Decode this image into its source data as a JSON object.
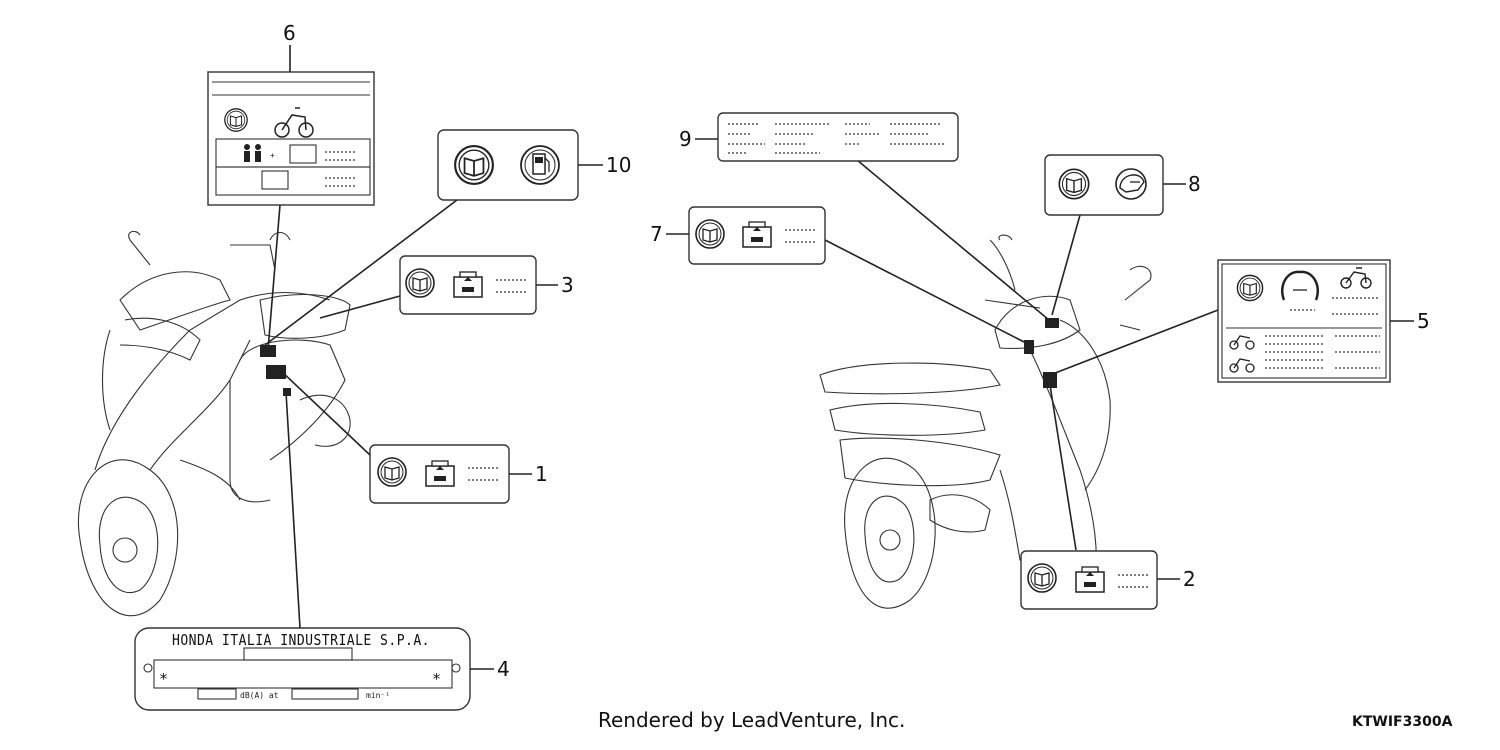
{
  "callouts": [
    "1",
    "2",
    "3",
    "4",
    "5",
    "6",
    "7",
    "8",
    "9",
    "10"
  ],
  "plate": {
    "maker": "HONDA ITALIA INDUSTRIALE S.P.A.",
    "star_left": "*",
    "star_right": "*",
    "unit_left": "dB(A) at",
    "unit_right": "min⁻¹"
  },
  "icons": [
    "book-icon",
    "battery-icon",
    "scooter-icon",
    "rider-pair-icon",
    "fuel-pump-icon",
    "tire-pressure-icon",
    "helmet-icon"
  ],
  "footer": {
    "credit": "Rendered by LeadVenture, Inc.",
    "code": "KTWIF3300A"
  }
}
